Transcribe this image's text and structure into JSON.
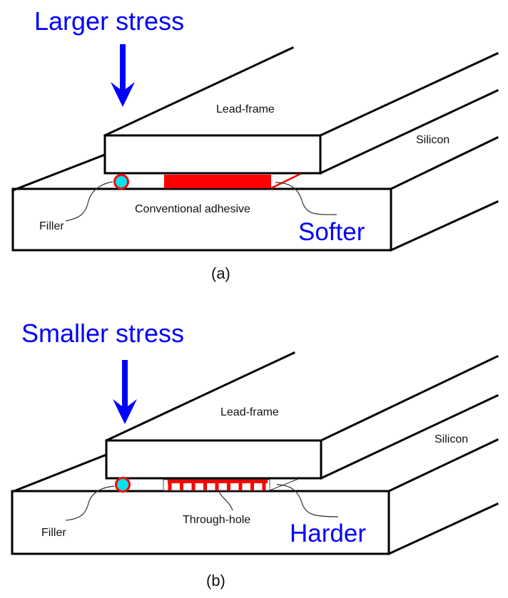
{
  "panels": [
    {
      "id": "a",
      "title": "Larger stress",
      "caption": "(a)",
      "labels": {
        "lead_frame": "Lead-frame",
        "silicon": "Silicon",
        "filler": "Filler",
        "bond_layer": "Conventional adhesive",
        "hardness": "Softer"
      },
      "bond_layer_type": "solid-adhesive"
    },
    {
      "id": "b",
      "title": "Smaller stress",
      "caption": "(b)",
      "labels": {
        "lead_frame": "Lead-frame",
        "silicon": "Silicon",
        "filler": "Filler",
        "bond_layer": "Through-hole",
        "hardness": "Harder"
      },
      "bond_layer_type": "through-hole",
      "through_hole_count": 9
    }
  ],
  "colors": {
    "title": "#0000ff",
    "arrow": "#0000ff",
    "adhesive": "#ff0000",
    "filler_fill": "#00e5ee",
    "filler_ring": "#ff0000",
    "outline": "#000000"
  }
}
